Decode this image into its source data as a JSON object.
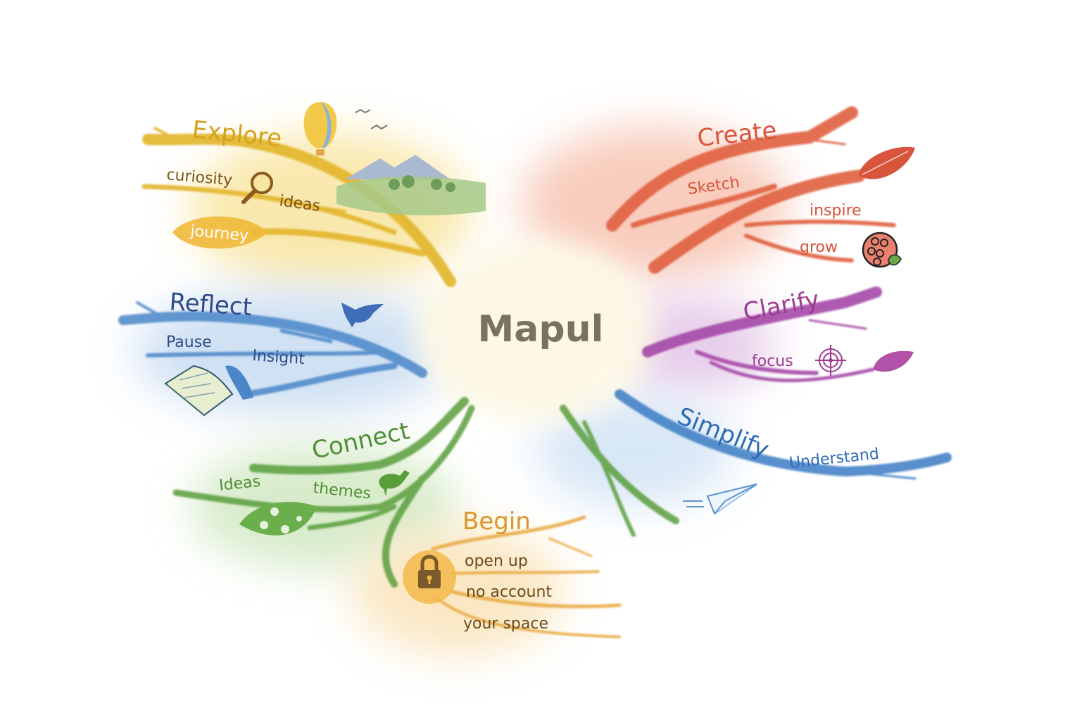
{
  "diagram": {
    "type": "mind-map",
    "style": "watercolor",
    "center": {
      "label": "Mapul",
      "color": "#7c705e"
    },
    "branches": [
      {
        "id": "explore",
        "label": "Explore",
        "color": "#d9a91f",
        "text_color": "#d4a11c",
        "children": [
          {
            "label": "curiosity",
            "icon": "magnifier-icon"
          },
          {
            "label": "ideas"
          },
          {
            "label": "journey",
            "icon": "leaf-icon"
          }
        ],
        "icons": [
          "hot-air-balloon-icon",
          "birds-icon",
          "mountain-landscape-icon",
          "magnifier-icon"
        ]
      },
      {
        "id": "create",
        "label": "Create",
        "color": "#e0613f",
        "text_color": "#d9533a",
        "children": [
          {
            "label": "Sketch"
          },
          {
            "label": "inspire"
          },
          {
            "label": "grow",
            "icon": "seed-pod-icon"
          }
        ],
        "icons": [
          "leaf-icon",
          "seed-pod-icon"
        ]
      },
      {
        "id": "reflect",
        "label": "Reflect",
        "color": "#4a86c8",
        "text_color": "#2f4a8a",
        "children": [
          {
            "label": "Pause"
          },
          {
            "label": "Insight"
          }
        ],
        "icons": [
          "bird-icon",
          "open-book-icon"
        ]
      },
      {
        "id": "clarify",
        "label": "Clarify",
        "color": "#a54aa8",
        "text_color": "#9b3c90",
        "children": [
          {
            "label": "focus",
            "icon": "target-icon"
          }
        ],
        "icons": [
          "target-icon",
          "leaf-icon"
        ]
      },
      {
        "id": "connect",
        "label": "Connect",
        "color": "#5a9e3c",
        "text_color": "#4f8f37",
        "children": [
          {
            "label": "Ideas"
          },
          {
            "label": "themes",
            "icon": "bird-icon"
          }
        ],
        "icons": [
          "bird-icon",
          "leaf-icon"
        ]
      },
      {
        "id": "simplify",
        "label": "Simplify",
        "color": "#3a7cc4",
        "text_color": "#2e6ab5",
        "children": [
          {
            "label": "Understand"
          }
        ],
        "icons": [
          "paper-plane-icon"
        ]
      },
      {
        "id": "begin",
        "label": "Begin",
        "color": "#e8a63a",
        "text_color": "#d9962a",
        "children": [
          {
            "label": "open up"
          },
          {
            "label": "no account"
          },
          {
            "label": "your space"
          }
        ],
        "icons": [
          "padlock-icon"
        ]
      }
    ]
  }
}
